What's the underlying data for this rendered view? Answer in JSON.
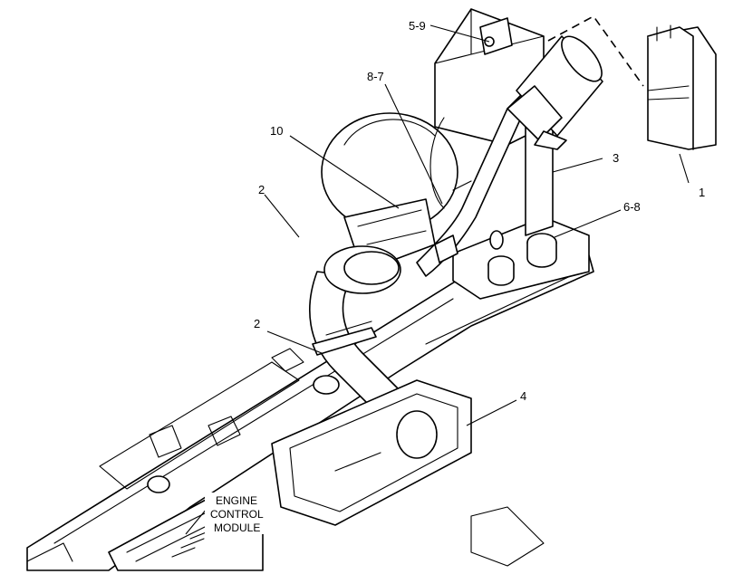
{
  "callouts": {
    "c1": "1",
    "c2a": "2",
    "c2b": "2",
    "c3": "3",
    "c4": "4",
    "c10": "10",
    "c5_9": "5-9",
    "c6_8": "6-8",
    "c8_7": "8-7"
  },
  "module_label": {
    "line1": "ENGINE",
    "line2": "CONTROL",
    "line3": "MODULE"
  },
  "colors": {
    "ink": "#000000",
    "paper": "#ffffff"
  }
}
